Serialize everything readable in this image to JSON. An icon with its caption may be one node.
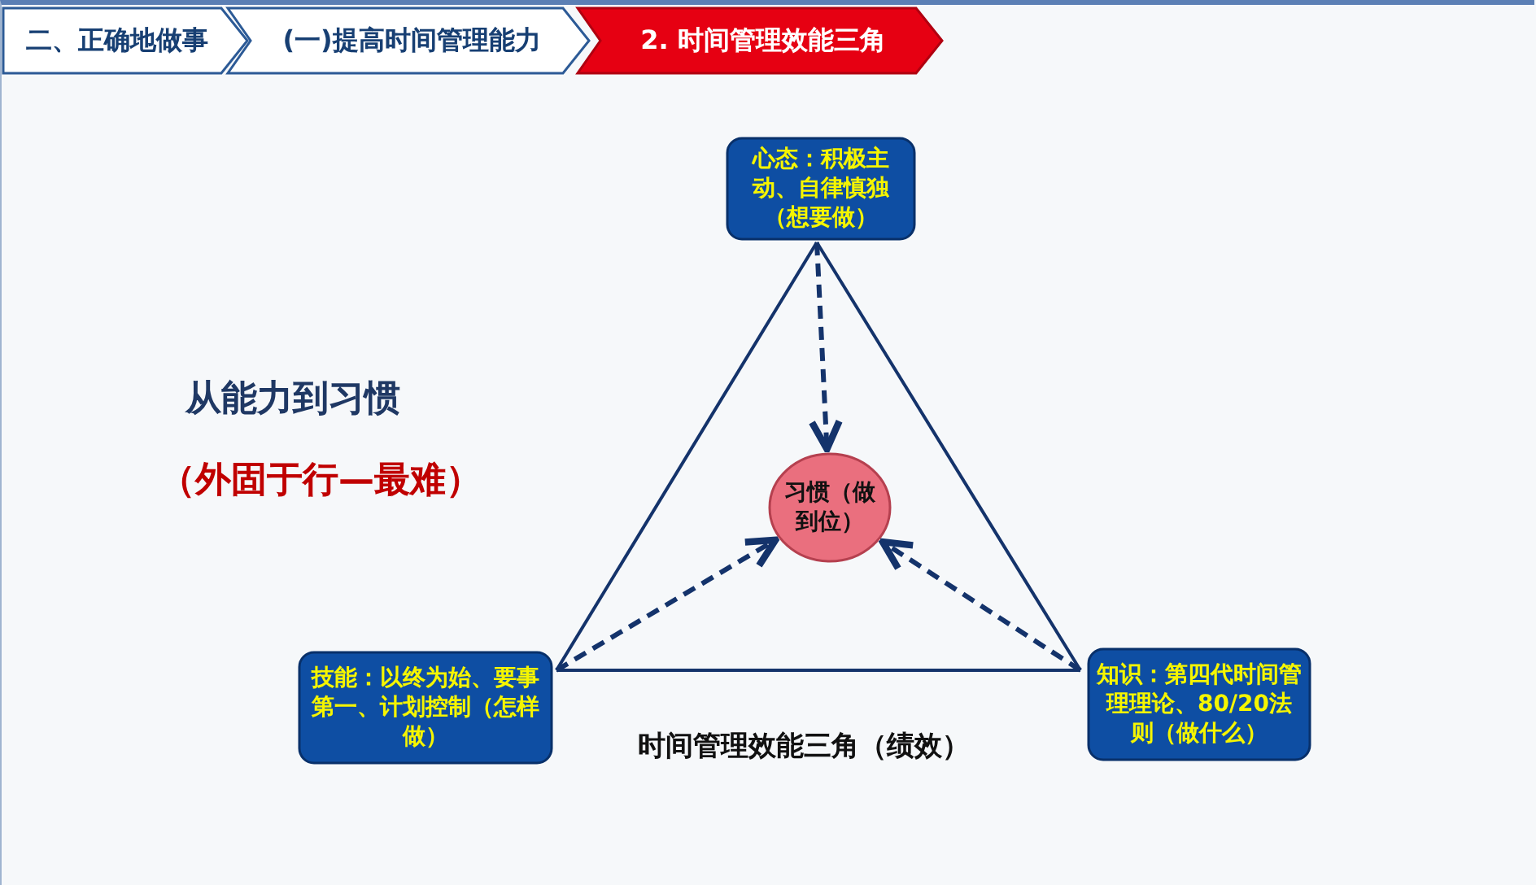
{
  "diagram": {
    "nodes": [
      {
        "text": [
          "二、正确地做事"
        ]
      },
      {
        "text": [
          "(一)提高时间管理能力"
        ]
      },
      {
        "text": [
          "2. 时间管理效能三角"
        ]
      },
      {
        "text": [
          "心态：积极主动、自律慎独（想要做）"
        ]
      },
      {
        "text": [
          "习惯（做到位）"
        ]
      },
      {
        "text": [
          "技能：以终为始、要事第一、计划控制（怎样做）"
        ]
      },
      {
        "text": [
          "知识：第四代时间管理理论、80/20法则（做什么）"
        ]
      }
    ],
    "edges": [
      {
        "from": 3,
        "to": 5,
        "arrow": "none"
      },
      {
        "from": 5,
        "to": 6,
        "arrow": "none"
      },
      {
        "from": 6,
        "to": 3,
        "arrow": "none"
      },
      {
        "from": 3,
        "to": 4,
        "arrow": "to",
        "style": "dashed"
      },
      {
        "from": 5,
        "to": 4,
        "arrow": "to",
        "style": "dashed"
      },
      {
        "from": 6,
        "to": 4,
        "arrow": "to",
        "style": "dashed"
      }
    ],
    "labels": [
      "从能力到习惯",
      "（外固于行—最难）",
      "时间管理效能三角（绩效）"
    ]
  }
}
